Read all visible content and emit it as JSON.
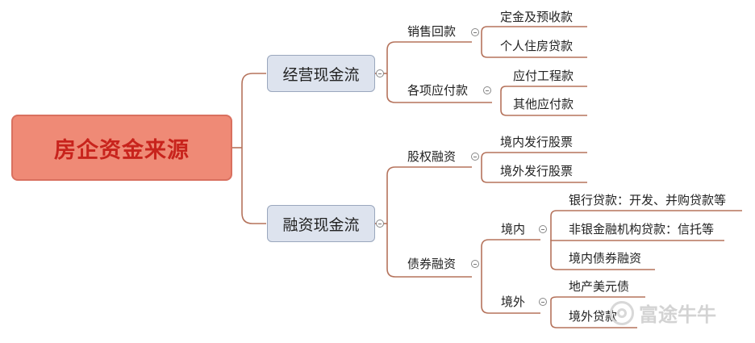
{
  "root": {
    "label": "房企资金来源"
  },
  "operating": {
    "label": "经营现金流",
    "sales": {
      "label": "销售回款",
      "items": [
        "定金及预收款",
        "个人住房贷款"
      ]
    },
    "payables": {
      "label": "各项应付款",
      "items": [
        "应付工程款",
        "其他应付款"
      ]
    }
  },
  "financing": {
    "label": "融资现金流",
    "equity": {
      "label": "股权融资",
      "items": [
        "境内发行股票",
        "境外发行股票"
      ]
    },
    "debt": {
      "label": "债券融资",
      "domestic": {
        "label": "境内",
        "items": [
          "银行贷款：开发、并购贷款等",
          "非银金融机构贷款：信托等",
          "境内债券融资"
        ]
      },
      "overseas": {
        "label": "境外",
        "items": [
          "地产美元债",
          "境外贷款"
        ]
      }
    }
  },
  "watermark": {
    "text": "富途牛牛"
  },
  "colors": {
    "line": "#b5735c",
    "root_fill": "#ef8a76",
    "root_text": "#c8231c",
    "level1_fill": "#dde3ee"
  }
}
